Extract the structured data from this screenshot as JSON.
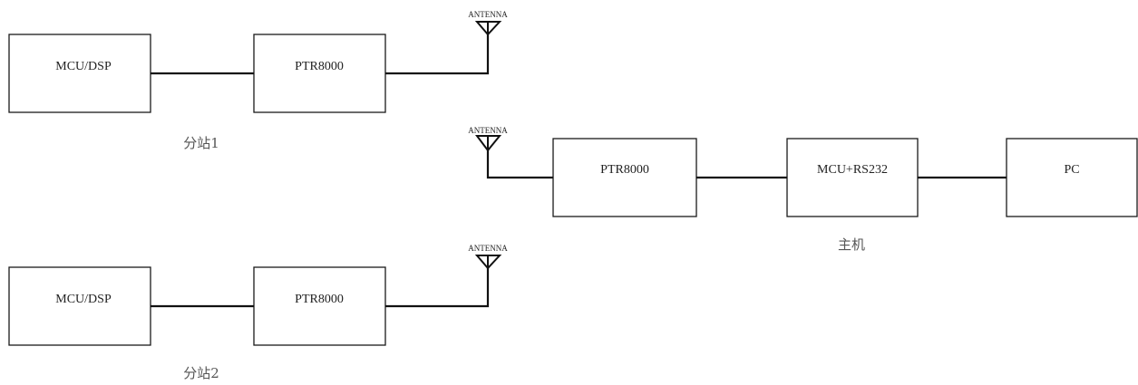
{
  "station1": {
    "mcu": "MCU/DSP",
    "rf": "PTR8000",
    "antenna": "ANTENNA",
    "caption": "分站1"
  },
  "station2": {
    "mcu": "MCU/DSP",
    "rf": "PTR8000",
    "antenna": "ANTENNA",
    "caption": "分站2"
  },
  "host": {
    "antenna": "ANTENNA",
    "rf": "PTR8000",
    "mcu": "MCU+RS232",
    "pc": "PC",
    "caption": "主机"
  }
}
